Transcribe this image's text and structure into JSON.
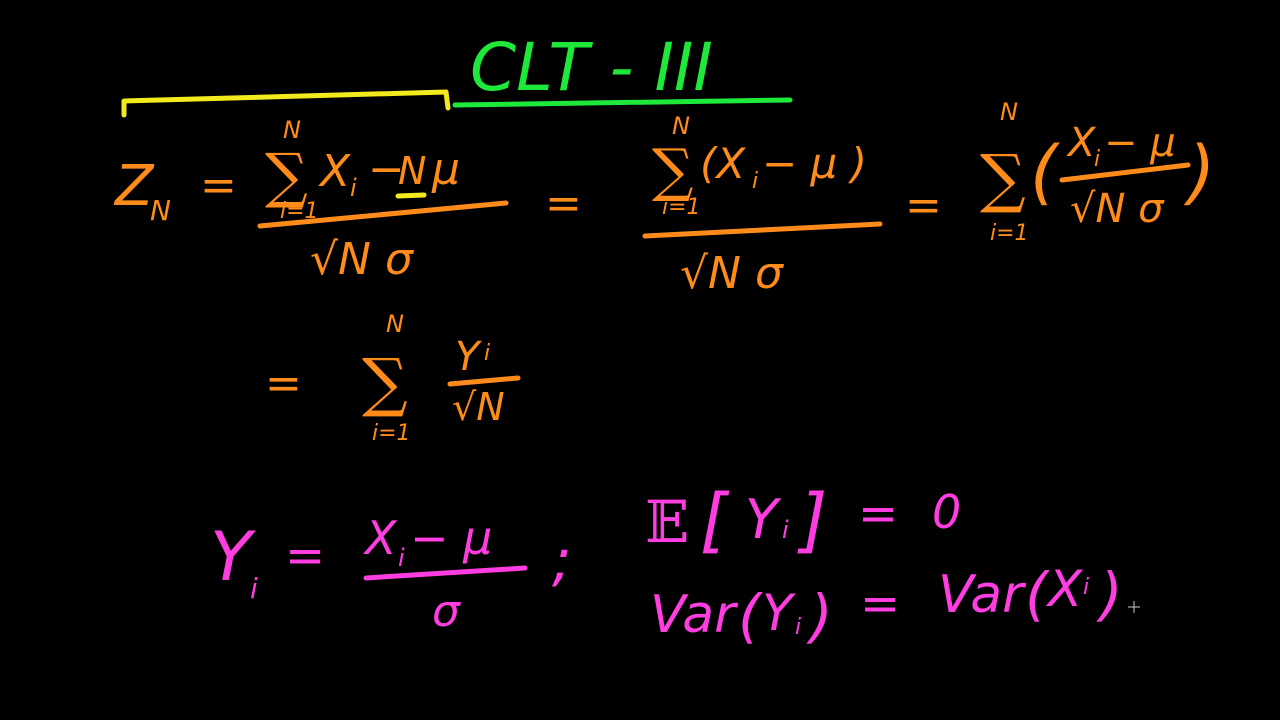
{
  "title": "CLT - III",
  "colors": {
    "background": "#000000",
    "orange": "#ff8c1a",
    "yellow": "#f3ea1e",
    "green": "#1ee83a",
    "pink": "#ff3de0"
  },
  "eq1": {
    "lhs_Z": "Z",
    "lhs_sub": "N",
    "eq": "=",
    "sum_upper": "N",
    "sum_symbol": "∑",
    "sum_lower": "i=1",
    "num_x": "X",
    "num_x_sub": "i",
    "num_minus": "−",
    "num_N": "N",
    "num_mu": "μ",
    "den": "√N σ"
  },
  "eq2": {
    "eq": "=",
    "sum_upper": "N",
    "sum_symbol": "∑",
    "sum_lower": "i=1",
    "num": "(X",
    "num_sub": "i",
    "num_rest": " − μ )",
    "den": "√N σ"
  },
  "eq3": {
    "eq": "=",
    "sum_upper": "N",
    "sum_symbol": "∑",
    "sum_lower": "i=1",
    "paren_open": "(",
    "num_x": "X",
    "num_sub": "i",
    "num_rest": " − μ",
    "den": "√N σ",
    "paren_close": ")"
  },
  "eq4": {
    "eq": "=",
    "sum_upper": "N",
    "sum_symbol": "∑",
    "sum_lower": "i=1",
    "num_y": "Y",
    "num_sub": "i",
    "den": "√N"
  },
  "def": {
    "lhs_y": "Y",
    "lhs_sub": "i",
    "eq": "=",
    "num_x": "X",
    "num_sub": "i",
    "num_rest": " − μ",
    "den": "σ",
    "sep": ";"
  },
  "expect": {
    "E": "𝔼",
    "open": "[",
    "y": "Y",
    "sub": "i",
    "close": "]",
    "eq": "=",
    "val": "0"
  },
  "variance": {
    "var1": "Var",
    "open1": "(",
    "y": "Y",
    "sub1": "i",
    "close1": ")",
    "eq": "=",
    "var2": "Var",
    "open2": "(",
    "x": "X",
    "sub2": "i",
    "close2": ")"
  }
}
